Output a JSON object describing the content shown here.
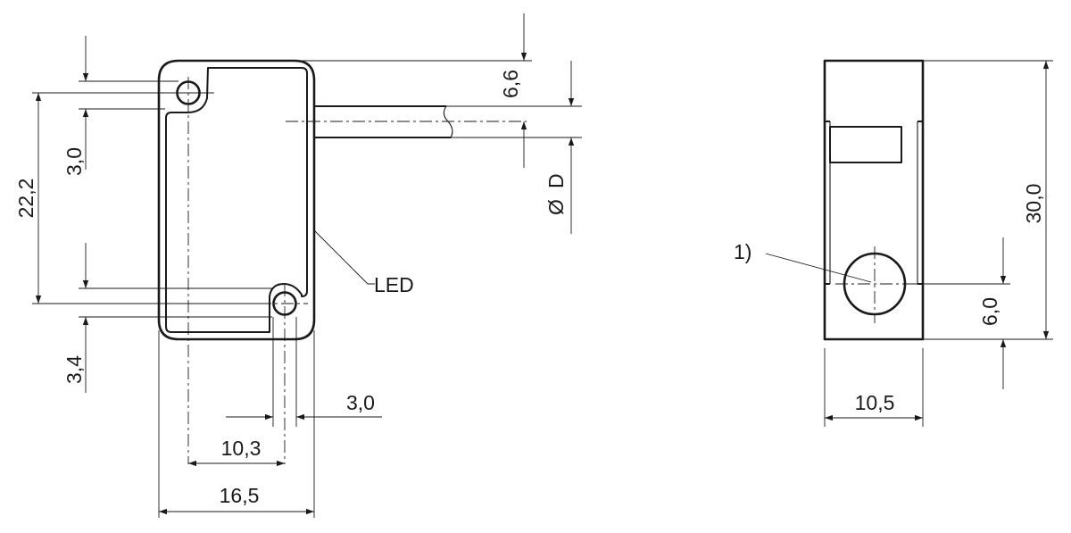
{
  "front_view": {
    "dim_width_total": "16,5",
    "dim_width_holes": "10,3",
    "dim_hole_diameter": "3,0",
    "dim_height_holes": "22,2",
    "dim_top_offset": "3,0",
    "dim_bottom_offset": "3,4",
    "dim_cable_offset": "6,6",
    "dim_cable_diameter": "D",
    "diameter_symbol": "Ø",
    "led_label": "LED"
  },
  "side_view": {
    "dim_height": "30,0",
    "dim_width": "10,5",
    "dim_hole_height": "6,0",
    "footnote_marker": "1)"
  }
}
